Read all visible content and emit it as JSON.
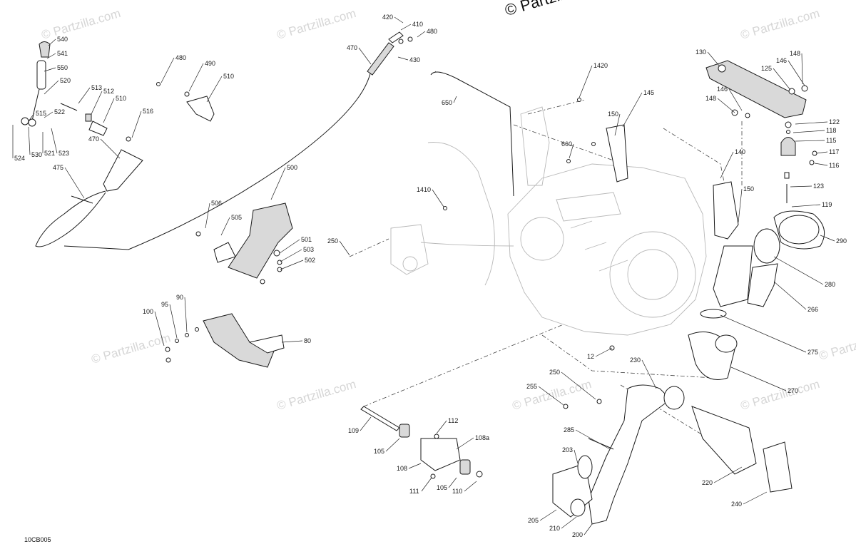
{
  "copyright": "© Partzilla.com",
  "watermark": "© Partzilla.com",
  "diagram_code": "10CB005",
  "callouts": [
    "540",
    "541",
    "550",
    "520",
    "513",
    "512",
    "510",
    "522",
    "515",
    "521",
    "523",
    "524",
    "530",
    "470",
    "475",
    "516",
    "480",
    "490",
    "510",
    "420",
    "410",
    "480",
    "430",
    "470",
    "650",
    "1420",
    "145",
    "130",
    "148",
    "125",
    "146",
    "148",
    "146",
    "150",
    "660",
    "500",
    "506",
    "505",
    "501",
    "503",
    "502",
    "1410",
    "250",
    "140",
    "150",
    "122",
    "118",
    "115",
    "117",
    "116",
    "123",
    "119",
    "290",
    "280",
    "266",
    "275",
    "270",
    "12",
    "230",
    "250",
    "255",
    "285",
    "203",
    "220",
    "240",
    "205",
    "210",
    "200",
    "100",
    "95",
    "90",
    "80",
    "109",
    "112",
    "105",
    "108a",
    "108",
    "111",
    "105",
    "110"
  ]
}
